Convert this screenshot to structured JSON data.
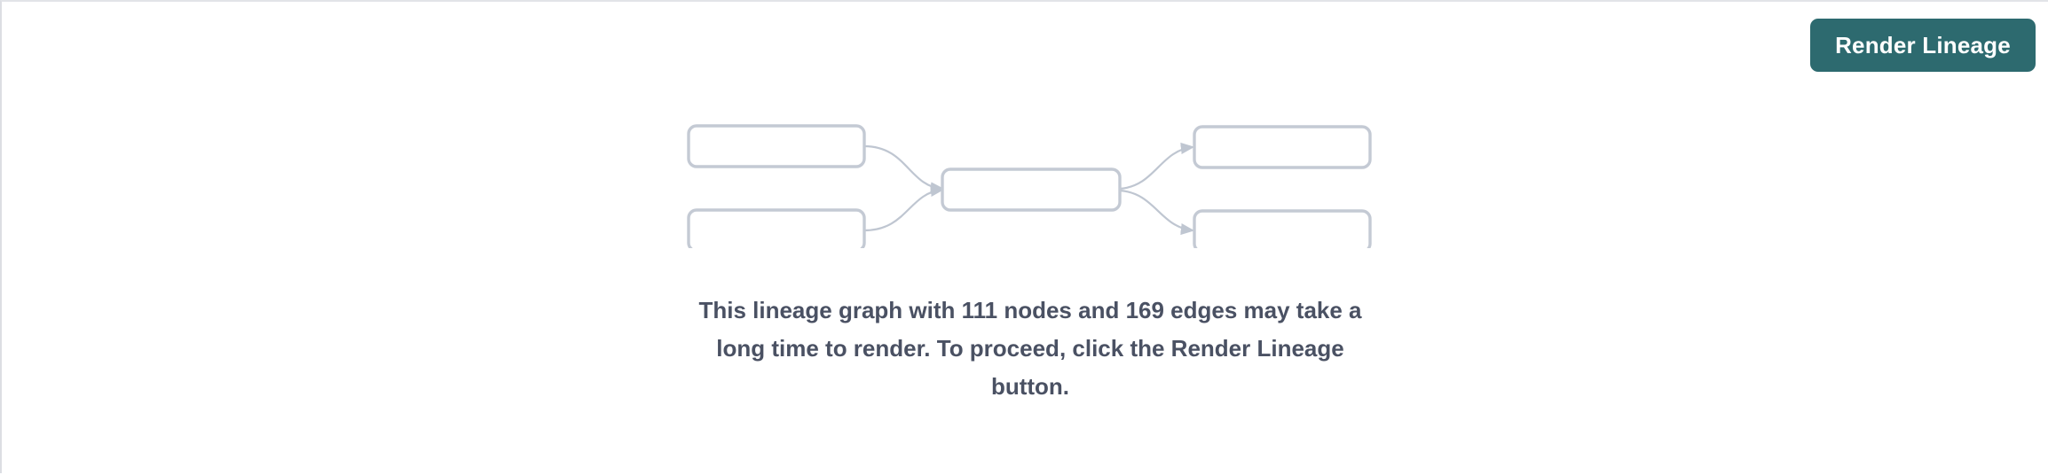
{
  "panel": {
    "background_color": "#ffffff",
    "border_color": "#e2e4e8"
  },
  "toolbar": {
    "render_lineage_label": "Render Lineage",
    "button_color": "#2d6a6f",
    "button_text_color": "#ffffff"
  },
  "placeholder_graph": {
    "node_border_color": "#c4cad4",
    "node_fill_color": "#ffffff",
    "edge_color": "#bfc6d1",
    "nodes": [
      {
        "id": "upstream-1",
        "label": "",
        "column": "left",
        "row": "top"
      },
      {
        "id": "upstream-2",
        "label": "",
        "column": "left",
        "row": "bottom"
      },
      {
        "id": "focus",
        "label": "",
        "column": "center",
        "row": "middle"
      },
      {
        "id": "downstream-1",
        "label": "",
        "column": "right",
        "row": "top"
      },
      {
        "id": "downstream-2",
        "label": "",
        "column": "right",
        "row": "bottom"
      }
    ],
    "edges": [
      {
        "from": "upstream-1",
        "to": "focus"
      },
      {
        "from": "upstream-2",
        "to": "focus"
      },
      {
        "from": "focus",
        "to": "downstream-1"
      },
      {
        "from": "focus",
        "to": "downstream-2"
      }
    ]
  },
  "message": {
    "text": "This lineage graph with 111 nodes and 169 edges may take a long time to render. To proceed, click the Render Lineage button.",
    "node_count": 111,
    "edge_count": 169,
    "text_color": "#4a5163"
  }
}
